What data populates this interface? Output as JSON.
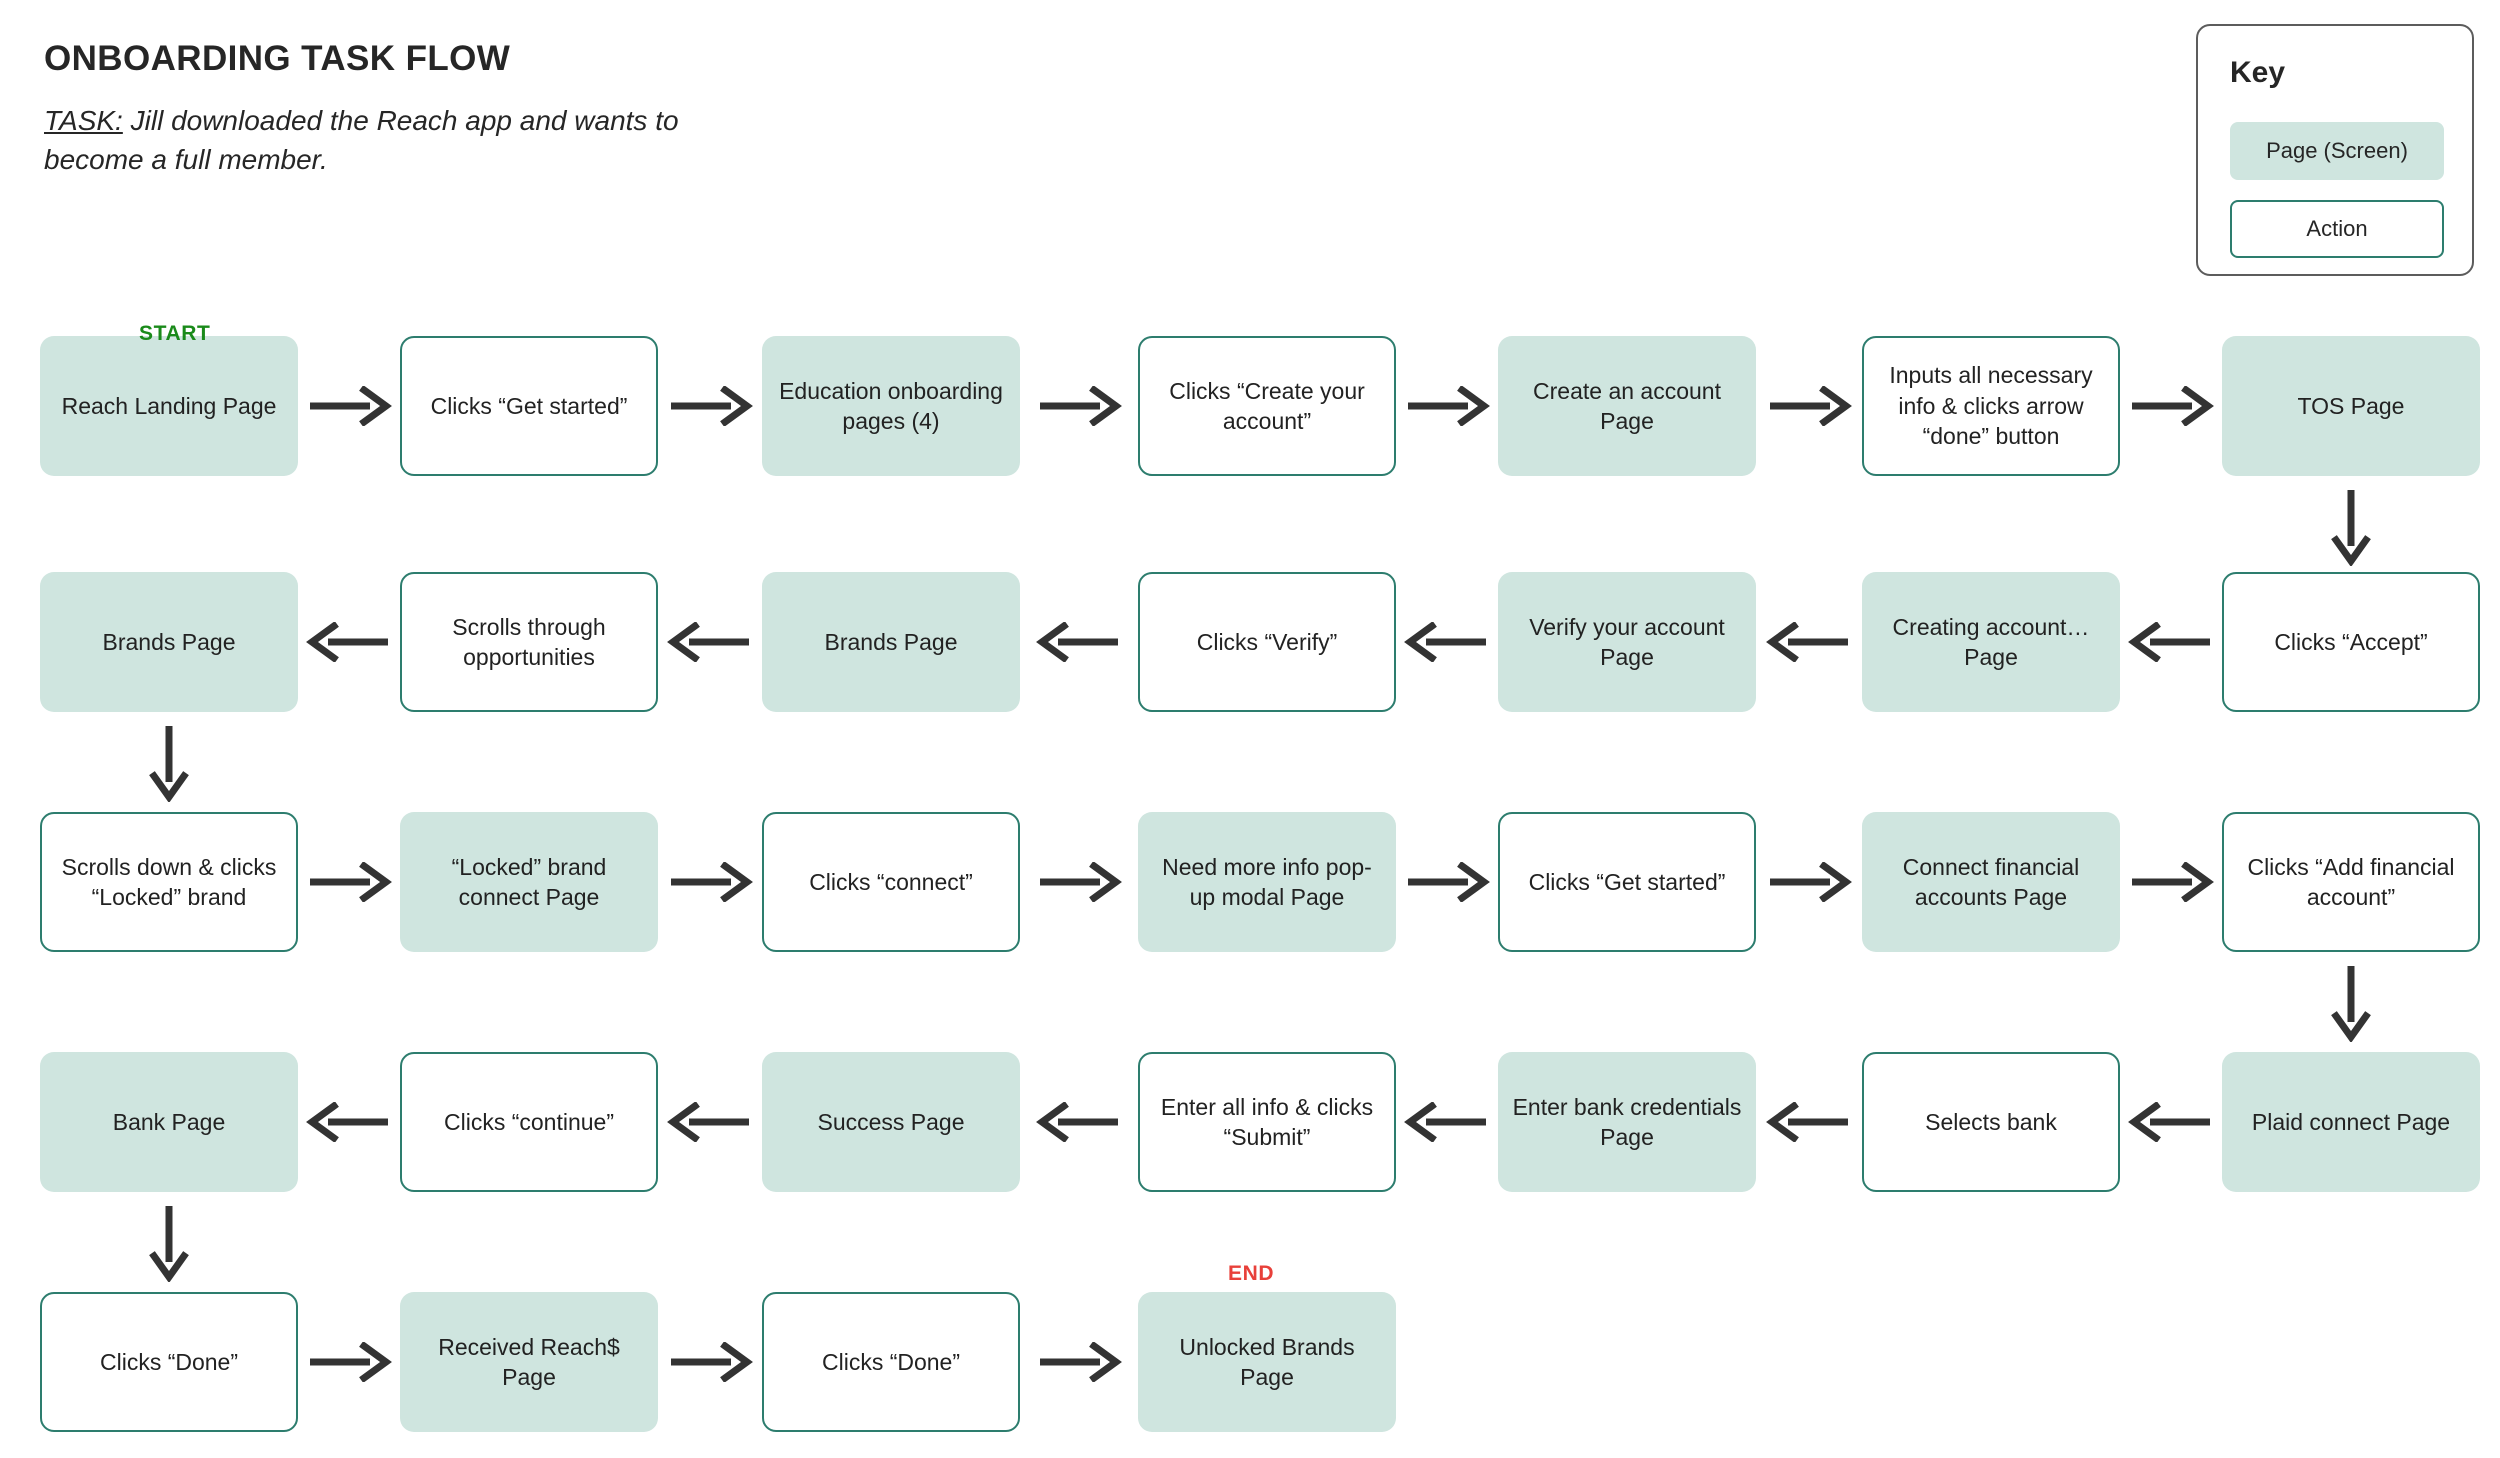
{
  "header": {
    "title": "ONBOARDING TASK FLOW",
    "task_label": "TASK:",
    "task_text": " Jill downloaded the Reach app and wants to become a full member."
  },
  "key": {
    "title": "Key",
    "page_label": "Page (Screen)",
    "action_label": "Action"
  },
  "markers": {
    "start": "START",
    "end": "END"
  },
  "colors": {
    "page_fill": "#cfe5df",
    "action_border": "#2d7d6e",
    "arrow": "#333333",
    "start": "#1a8a1a",
    "end": "#e8403a",
    "key_border": "#5c5c5c",
    "text": "#222222"
  },
  "flow": {
    "rows": [
      {
        "direction": "right",
        "nodes": [
          {
            "label": "Reach Landing Page",
            "type": "page"
          },
          {
            "label": "Clicks “Get started”",
            "type": "action"
          },
          {
            "label": "Education onboarding pages (4)",
            "type": "page"
          },
          {
            "label": "Clicks “Create your account”",
            "type": "action"
          },
          {
            "label": "Create an account Page",
            "type": "page"
          },
          {
            "label": "Inputs all necessary info & clicks arrow “done” button",
            "type": "action"
          },
          {
            "label": "TOS Page",
            "type": "page"
          }
        ]
      },
      {
        "direction": "left",
        "nodes": [
          {
            "label": "Brands Page",
            "type": "page"
          },
          {
            "label": "Scrolls through opportunities",
            "type": "action"
          },
          {
            "label": "Brands Page",
            "type": "page"
          },
          {
            "label": "Clicks “Verify”",
            "type": "action"
          },
          {
            "label": "Verify your account Page",
            "type": "page"
          },
          {
            "label": "Creating account… Page",
            "type": "page"
          },
          {
            "label": "Clicks “Accept”",
            "type": "action"
          }
        ]
      },
      {
        "direction": "right",
        "nodes": [
          {
            "label": "Scrolls down & clicks “Locked” brand",
            "type": "action"
          },
          {
            "label": "“Locked” brand connect Page",
            "type": "page"
          },
          {
            "label": "Clicks “connect”",
            "type": "action"
          },
          {
            "label": "Need more info pop-up modal Page",
            "type": "page"
          },
          {
            "label": "Clicks “Get started”",
            "type": "action"
          },
          {
            "label": "Connect financial accounts Page",
            "type": "page"
          },
          {
            "label": "Clicks “Add financial account”",
            "type": "action"
          }
        ]
      },
      {
        "direction": "left",
        "nodes": [
          {
            "label": "Bank Page",
            "type": "page"
          },
          {
            "label": "Clicks “continue”",
            "type": "action"
          },
          {
            "label": "Success Page",
            "type": "page"
          },
          {
            "label": "Enter all info & clicks “Submit”",
            "type": "action"
          },
          {
            "label": "Enter bank credentials Page",
            "type": "page"
          },
          {
            "label": "Selects bank",
            "type": "action"
          },
          {
            "label": "Plaid connect Page",
            "type": "page"
          }
        ]
      },
      {
        "direction": "right",
        "nodes": [
          {
            "label": "Clicks “Done”",
            "type": "action"
          },
          {
            "label": "Received Reach$ Page",
            "type": "page"
          },
          {
            "label": "Clicks “Done”",
            "type": "action"
          },
          {
            "label": "Unlocked Brands Page",
            "type": "page"
          }
        ]
      }
    ],
    "vertical_connectors": [
      {
        "after_row": 0,
        "column": 6
      },
      {
        "after_row": 1,
        "column": 0
      },
      {
        "after_row": 2,
        "column": 6
      },
      {
        "after_row": 3,
        "column": 0
      }
    ]
  }
}
